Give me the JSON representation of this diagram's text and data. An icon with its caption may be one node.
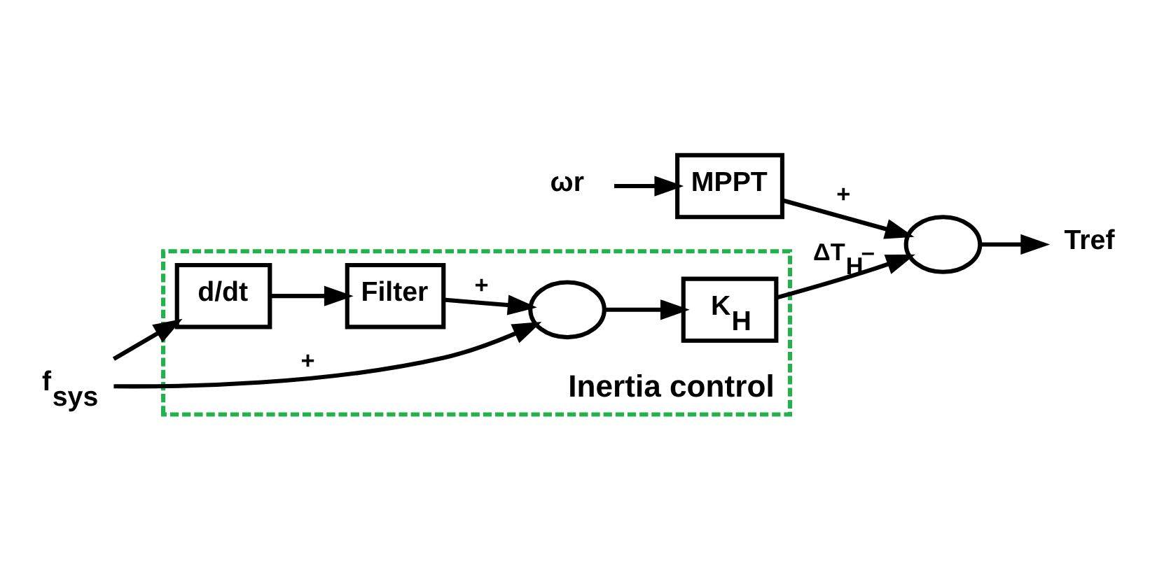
{
  "diagram": {
    "nodes": [
      {
        "text": [
          "ωr"
        ]
      },
      {
        "text": [
          "MPPT"
        ]
      },
      {
        "text": [
          "f$_{sys}$"
        ]
      },
      {
        "text": [
          "Inertia control"
        ]
      },
      {
        "text": [
          "d/dt"
        ],
        "in": 3
      },
      {
        "text": [
          "Filter"
        ],
        "in": 3
      },
      {
        "text": [
          "K$_{H}$"
        ],
        "in": 3
      },
      {
        "text": [],
        "shape": "circle",
        "in": 3
      },
      {
        "text": [],
        "shape": "circle"
      },
      {
        "text": [
          "Tref"
        ]
      }
    ],
    "edges": [
      {
        "from": 0,
        "to": 1,
        "arrow": "to"
      },
      {
        "from": 1,
        "to": 8,
        "arrow": "to",
        "label": "+"
      },
      {
        "from": 2,
        "to": 4,
        "arrow": "to"
      },
      {
        "from": 2,
        "to": 7,
        "arrow": "to",
        "label": "+"
      },
      {
        "from": 4,
        "to": 5,
        "arrow": "to"
      },
      {
        "from": 5,
        "to": 7,
        "arrow": "to",
        "label": "+"
      },
      {
        "from": 7,
        "to": 6,
        "arrow": "to"
      },
      {
        "from": 6,
        "to": 8,
        "arrow": "to",
        "label": "ΔT$_{H}$–"
      },
      {
        "from": 8,
        "to": 9,
        "arrow": "to"
      }
    ]
  }
}
